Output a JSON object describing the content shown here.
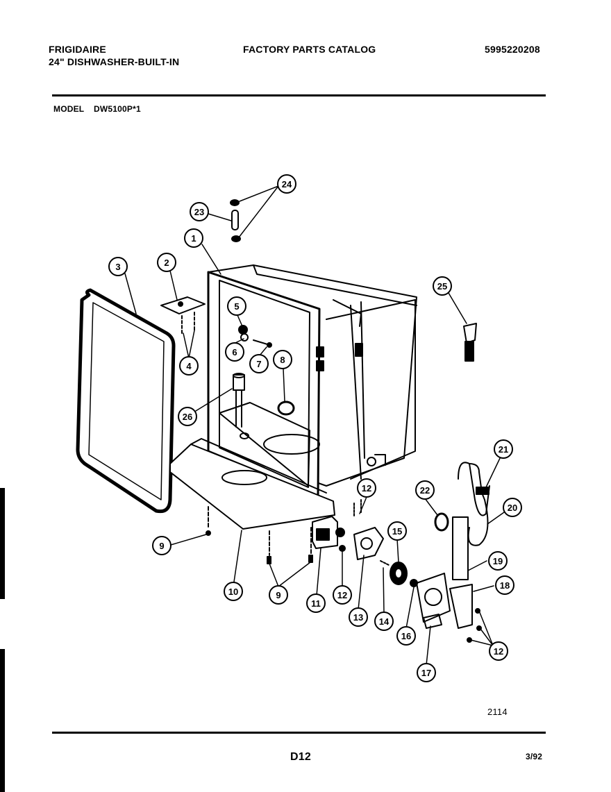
{
  "header": {
    "brand": "FRIGIDAIRE",
    "product": "24\" DISHWASHER-BUILT-IN",
    "catalog_title": "FACTORY PARTS CATALOG",
    "catalog_number": "5995220208",
    "model_label": "MODEL",
    "model_number": "DW5100P*1"
  },
  "diagram": {
    "callouts": [
      "1",
      "2",
      "3",
      "4",
      "5",
      "6",
      "7",
      "8",
      "9",
      "9",
      "10",
      "11",
      "12",
      "12",
      "12",
      "13",
      "14",
      "15",
      "16",
      "17",
      "18",
      "19",
      "20",
      "21",
      "22",
      "23",
      "24",
      "25",
      "26"
    ]
  },
  "footer": {
    "figure_number": "2114",
    "page_code": "D12",
    "date": "3/92"
  }
}
